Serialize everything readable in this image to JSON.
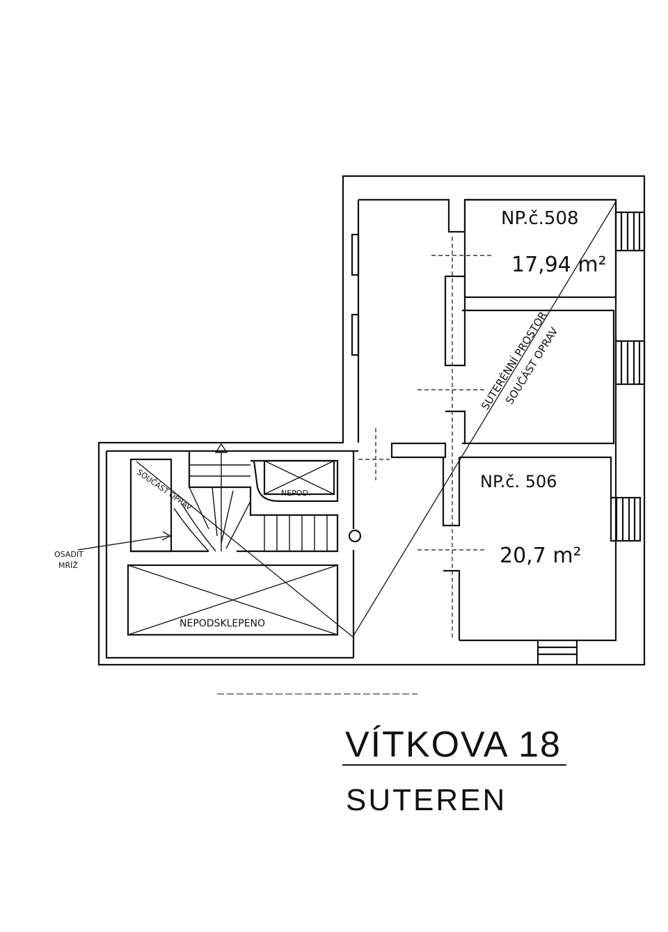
{
  "title": "VÍTKOVA 18",
  "subtitle": "SUTEREN",
  "rooms": {
    "upper": {
      "number": "NP.č.508",
      "area": "17,94 m²"
    },
    "lower": {
      "number": "NP.č. 506",
      "area": "20,7 m²"
    }
  },
  "labels": {
    "diagonal_1": "SUTERÉNNÍ PROSTOR",
    "diagonal_2": "SOUČÁST OPRAV",
    "stair_area": "SOUČÁST OPRAV",
    "nepod_small": "NEPOD.",
    "nepodsklepeno": "NEPODSKLEPENO",
    "note_line1": "OSADIT",
    "note_line2": "MŘÍŽ"
  }
}
